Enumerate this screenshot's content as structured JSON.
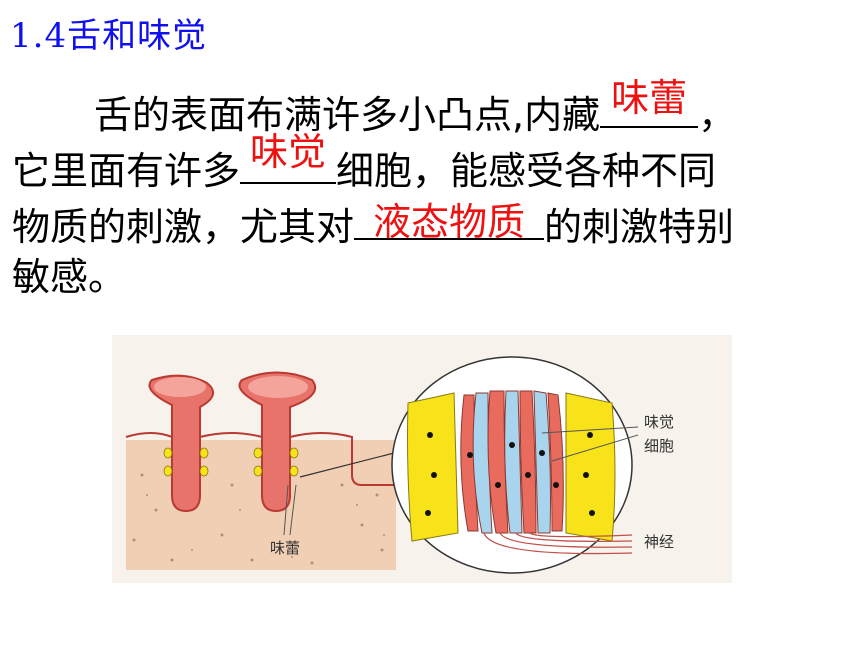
{
  "title": "1.4舌和味觉",
  "text": {
    "l1_pre": "舌的表面布满许多小凸点,内藏",
    "l1_post": "，",
    "ans1": "味蕾",
    "l2_pre": "它里面有许多",
    "ans2": "味觉",
    "l2_post": "细胞，能感受各种不同",
    "l3_pre": "物质的刺激，尤其对",
    "ans3": "液态物质",
    "l3_post": "的刺激特别",
    "l4": "敏感。"
  },
  "figure": {
    "label_taste_bud": "味蕾",
    "label_cell_1": "味觉",
    "label_cell_2": "细胞",
    "label_nerve": "神经"
  },
  "colors": {
    "title": "#1010ee",
    "answer": "#ee1111",
    "papilla": "#e8736a",
    "taste_cell_red": "#e86b5e",
    "taste_cell_blue": "#a8d4ee",
    "support_yellow": "#f8e21a"
  }
}
